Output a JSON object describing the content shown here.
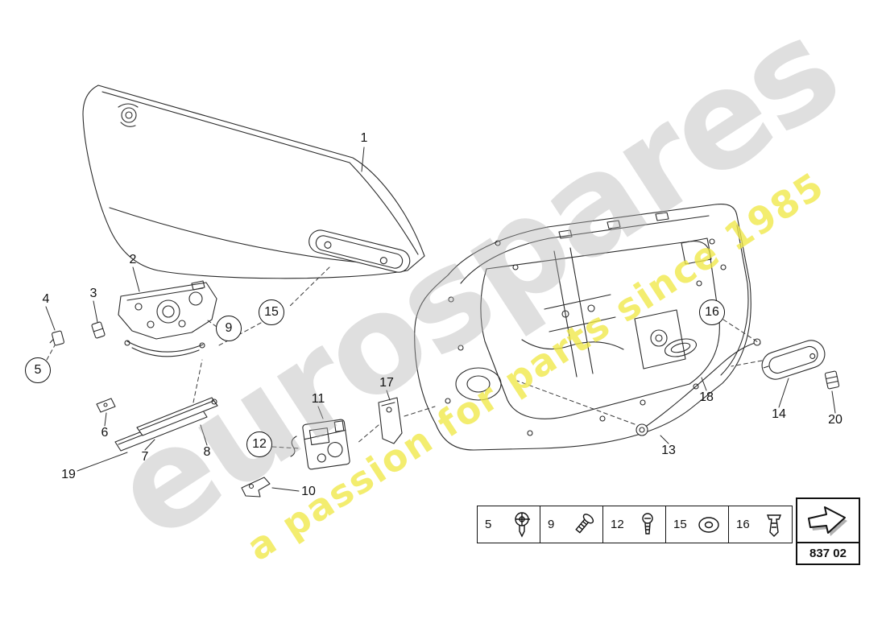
{
  "watermark": {
    "brand": "eurospares",
    "tagline": "a passion for parts since 1985"
  },
  "diagram": {
    "description": "Door panel and door hardware exploded parts diagram",
    "left_view": "door outer panel with exterior handle brackets and latch",
    "right_view": "door inner frame with release cable and interior handle"
  },
  "callouts": [
    {
      "label": "1",
      "circled": false
    },
    {
      "label": "2",
      "circled": false
    },
    {
      "label": "3",
      "circled": false
    },
    {
      "label": "4",
      "circled": false
    },
    {
      "label": "5",
      "circled": true
    },
    {
      "label": "6",
      "circled": false
    },
    {
      "label": "7",
      "circled": false
    },
    {
      "label": "8",
      "circled": false
    },
    {
      "label": "9",
      "circled": true
    },
    {
      "label": "10",
      "circled": false
    },
    {
      "label": "11",
      "circled": false
    },
    {
      "label": "12",
      "circled": true
    },
    {
      "label": "13",
      "circled": false
    },
    {
      "label": "14",
      "circled": false
    },
    {
      "label": "15",
      "circled": true
    },
    {
      "label": "16",
      "circled": true
    },
    {
      "label": "17",
      "circled": false
    },
    {
      "label": "18",
      "circled": false
    },
    {
      "label": "19",
      "circled": false
    },
    {
      "label": "20",
      "circled": false
    }
  ],
  "legend": {
    "items": [
      {
        "label": "5",
        "icon": "push-rivet-icon"
      },
      {
        "label": "9",
        "icon": "angled-screw-icon"
      },
      {
        "label": "12",
        "icon": "small-screw-icon"
      },
      {
        "label": "15",
        "icon": "grommet-icon"
      },
      {
        "label": "16",
        "icon": "expansion-clip-icon"
      }
    ]
  },
  "part_code": {
    "label": "837 02",
    "icon": "arrow-icon"
  }
}
